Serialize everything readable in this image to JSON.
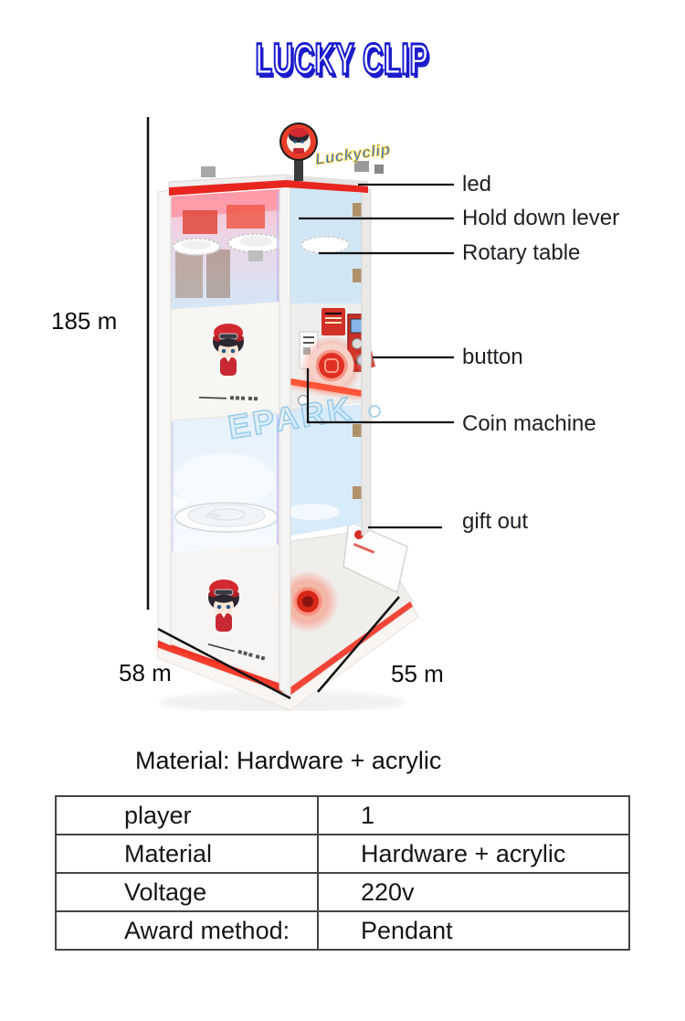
{
  "title": {
    "text": "LUCKY CLIP"
  },
  "machine": {
    "sign_text": "Luckyclip",
    "watermark_text": "EPARK"
  },
  "dimensions": {
    "height_label": "185 m",
    "width_label": "58 m",
    "depth_label": "55 m"
  },
  "callouts": {
    "led": "led",
    "hold_down_lever": "Hold down lever",
    "rotary_table": "Rotary table",
    "button": "button",
    "coin_machine": "Coin machine",
    "gift_out": "gift out"
  },
  "material_note": "Material: Hardware + acrylic",
  "spec_table": {
    "rows": [
      {
        "name": "player",
        "value": "1"
      },
      {
        "name": "Material",
        "value": "Hardware + acrylic"
      },
      {
        "name": "Voltage",
        "value": "220v"
      },
      {
        "name": "Award method:",
        "value": "Pendant"
      }
    ]
  },
  "colors": {
    "title_blue": "#1a1ad0",
    "led_red": "#e8251f",
    "glass_blue": "#cfe6f6"
  }
}
